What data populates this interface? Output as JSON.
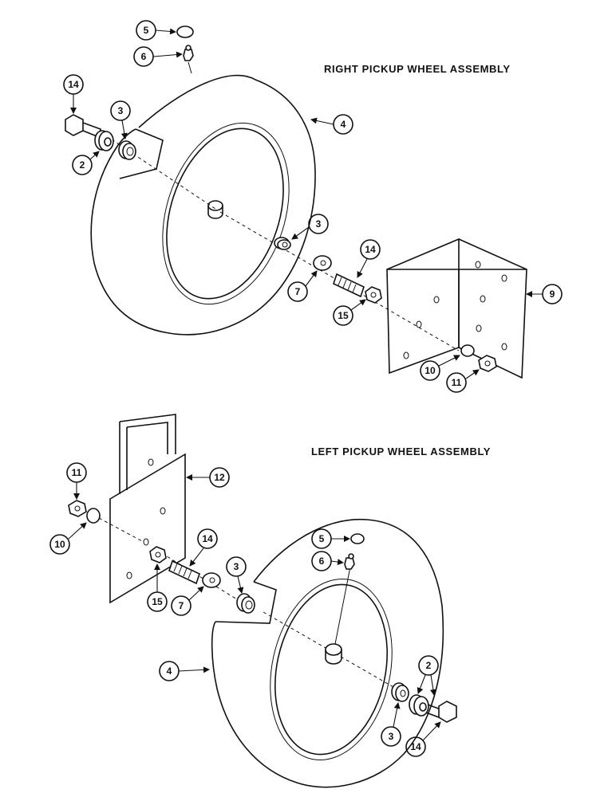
{
  "assemblies": {
    "right": {
      "title": "RIGHT PICKUP WHEEL ASSEMBLY"
    },
    "left": {
      "title": "LEFT PICKUP WHEEL ASSEMBLY"
    }
  },
  "callouts": {
    "right": [
      "5",
      "6",
      "14",
      "3",
      "4",
      "2",
      "3",
      "14",
      "7",
      "15",
      "9",
      "10",
      "11"
    ],
    "left": [
      "11",
      "12",
      "10",
      "14",
      "3",
      "15",
      "7",
      "5",
      "6",
      "4",
      "2",
      "3",
      "14"
    ]
  }
}
